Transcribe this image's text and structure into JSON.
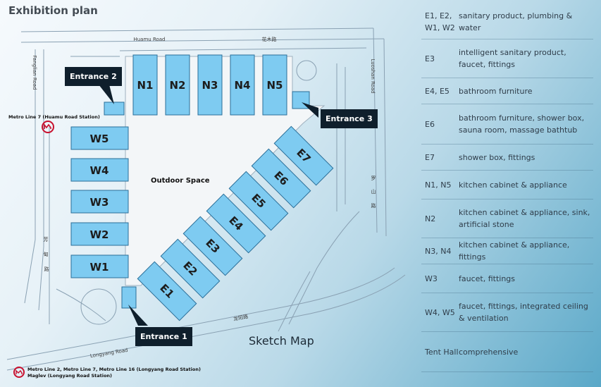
{
  "title": "Exhibition plan",
  "halls": {
    "N1": "N1",
    "N2": "N2",
    "N3": "N3",
    "N4": "N4",
    "N5": "N5",
    "W1": "W1",
    "W2": "W2",
    "W3": "W3",
    "W4": "W4",
    "W5": "W5",
    "E1": "E1",
    "E2": "E2",
    "E3": "E3",
    "E4": "E4",
    "E5": "E5",
    "E6": "E6",
    "E7": "E7"
  },
  "entrances": {
    "entrance1": "Entrance 1",
    "entrance2": "Entrance 2",
    "entrance3": "Entrance 3"
  },
  "roads": {
    "huamu_en": "Huamu Road",
    "huamu_cn": "花木路",
    "fanglian_en": "Fanglian Road",
    "fanglian_cn": [
      "芳",
      "甸",
      "路"
    ],
    "luoshan_en": "Luoshan Road",
    "luoshan_cn": [
      "罗",
      "山",
      "路"
    ],
    "longyang_en": "Longyang Road",
    "longyang_cn": "龙阳路"
  },
  "metro": {
    "huamu_station": "Metro Line 7 (Huamu Road Station)",
    "longyang_station_1": "Metro Line 2, Metro Line 7, Metro Line 16 (Longyang Road Station)",
    "longyang_station_2": "Maglev (Longyang Road Station)"
  },
  "outdoor_label": "Outdoor Space",
  "sketch_label": "Sketch Map",
  "legend": [
    {
      "halls": "E1, E2, W1, W2",
      "products": "sanitary product, plumbing & water"
    },
    {
      "halls": "E3",
      "products": "intelligent sanitary product, faucet, fittings"
    },
    {
      "halls": "E4, E5",
      "products": "bathroom furniture"
    },
    {
      "halls": "E6",
      "products": "bathroom furniture, shower box, sauna room, massage bathtub"
    },
    {
      "halls": "E7",
      "products": "shower box, fittings"
    },
    {
      "halls": "N1, N5",
      "products": "kitchen cabinet & appliance"
    },
    {
      "halls": "N2",
      "products": "kitchen cabinet & appliance, sink, artificial stone"
    },
    {
      "halls": "N3, N4",
      "products": "kitchen cabinet & appliance, fittings"
    },
    {
      "halls": "W3",
      "products": "faucet, fittings"
    },
    {
      "halls": "W4, W5",
      "products": "faucet, fittings, integrated ceiling & ventilation"
    },
    {
      "halls": "Tent Hall",
      "products": "comprehensive"
    }
  ],
  "colors": {
    "hall_fill": "#7ecbf1",
    "hall_stroke": "#2b6f99",
    "road_line": "#7f96a8",
    "entrance_bg": "#0f1f2c",
    "metro_red": "#c8102e"
  }
}
